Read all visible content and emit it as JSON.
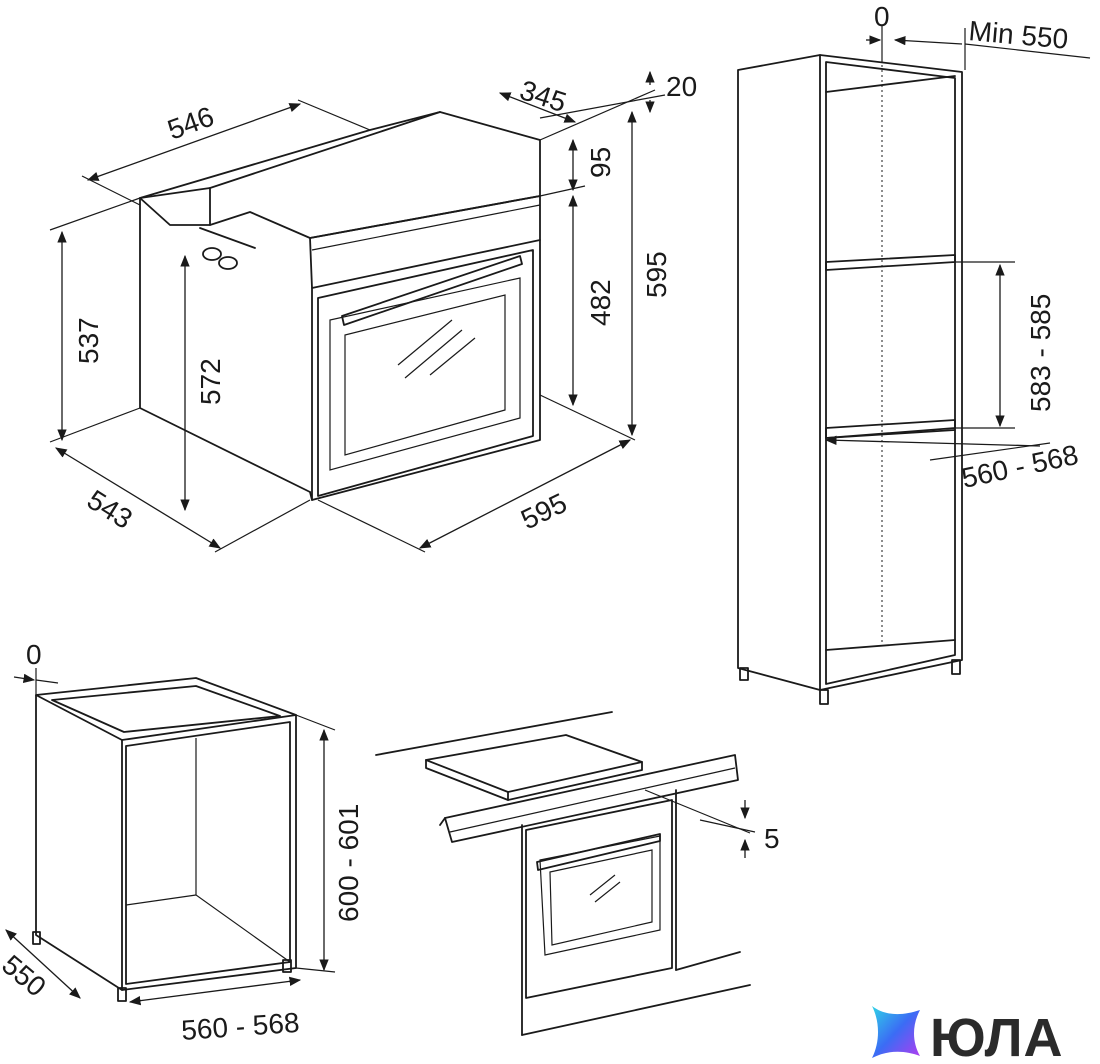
{
  "oven_dimensions": {
    "top_width": "546",
    "depth_top": "345",
    "top_gap": "20",
    "panel_height": "95",
    "door_height": "482",
    "total_height": "595",
    "side_height": "537",
    "body_height": "572",
    "depth": "543",
    "width": "595"
  },
  "column_cabinet": {
    "gap": "0",
    "min_depth": "Min 550",
    "niche_height": "583 - 585",
    "niche_width": "560 - 568"
  },
  "base_cabinet": {
    "gap": "0",
    "height": "600 - 601",
    "depth": "550",
    "width": "560 - 568"
  },
  "under_counter": {
    "gap": "5"
  },
  "logo": {
    "text": "ЮЛА",
    "colors": [
      "#3b6cf5",
      "#b23cf0",
      "#2fd3e6"
    ]
  }
}
